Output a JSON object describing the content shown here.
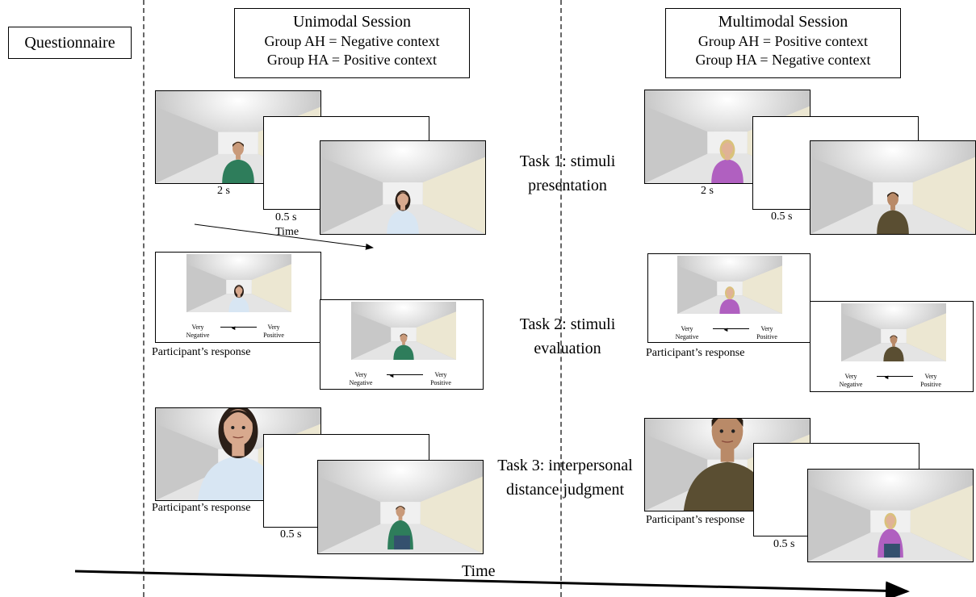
{
  "questionnaire": "Questionnaire",
  "unimodal": {
    "title": "Unimodal Session",
    "line1": "Group AH = Negative context",
    "line2": "Group HA = Positive context"
  },
  "multimodal": {
    "title": "Multimodal Session",
    "line1": "Group AH = Positive context",
    "line2": "Group HA = Negative context"
  },
  "tasks": {
    "task1_line1": "Task 1: stimuli",
    "task1_line2": "presentation",
    "task2_line1": "Task 2: stimuli",
    "task2_line2": "evaluation",
    "task3_line1": "Task 3: interpersonal",
    "task3_line2": "distance judgment"
  },
  "labels": {
    "two_s": "2 s",
    "half_s": "0.5 s",
    "time": "Time",
    "participant_response": "Participant’s response",
    "very": "Very",
    "negative": "Negative",
    "positive": "Positive"
  },
  "colors": {
    "male_shirt": "#2e7d5b",
    "female_blonde_shirt": "#b060c0",
    "female_dark_shirt": "#d8e6f3",
    "male2_shirt": "#5a4e32"
  }
}
